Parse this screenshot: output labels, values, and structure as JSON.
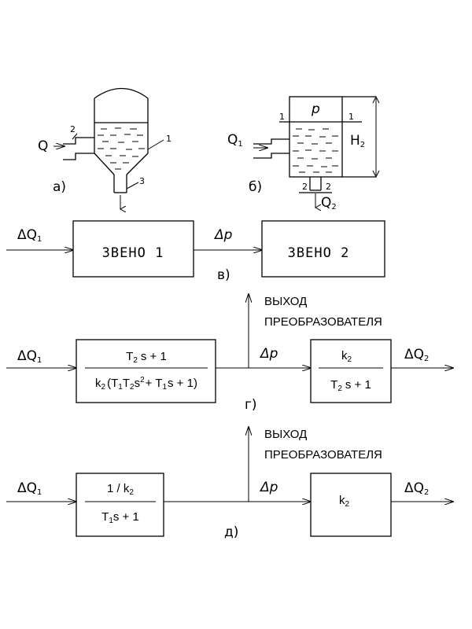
{
  "figure_a": {
    "input_label": "Q",
    "callout_1": "1",
    "callout_2": "2",
    "callout_3": "3",
    "caption": "а)"
  },
  "figure_b": {
    "input_label": "Q",
    "input_sub": "1",
    "pressure_label": "p",
    "level_label": "H",
    "level_sub": "2",
    "section_1_left": "1",
    "section_1_right": "1",
    "section_2_left": "2",
    "section_2_right": "2",
    "output_label": "Q",
    "output_sub": "2",
    "caption": "б)"
  },
  "figure_v": {
    "input_label": "ΔQ",
    "input_sub": "1",
    "block1": "ЗВЕНО 1",
    "mid_label": "Δp",
    "block2": "ЗВЕНО 2",
    "caption": "в)"
  },
  "figure_g": {
    "output_title_1": "ВЫХОД",
    "output_title_2": "ПРЕОБРАЗОВАТЕЛЯ",
    "input_label": "ΔQ",
    "input_sub": "1",
    "tf1_num_T": "T",
    "tf1_num_T_sub": "2",
    "tf1_num_rest": "s + 1",
    "tf1_den_k": "k",
    "tf1_den_k_sub": "2",
    "tf1_den_open": "(T",
    "tf1_den_T1_sub": "1",
    "tf1_den_T": "T",
    "tf1_den_T2_sub": "2",
    "tf1_den_s": "s",
    "tf1_den_sq": "2",
    "tf1_den_plus": "+ T",
    "tf1_den_T1b_sub": "1",
    "tf1_den_end": "s + 1)",
    "mid_label": "Δp",
    "tf2_num_k": "k",
    "tf2_num_k_sub": "2",
    "tf2_den_T": "T",
    "tf2_den_T_sub": "2",
    "tf2_den_rest": "s + 1",
    "output_label": "ΔQ",
    "output_sub": "2",
    "caption": "г)"
  },
  "figure_d": {
    "output_title_1": "ВЫХОД",
    "output_title_2": "ПРЕОБРАЗОВАТЕЛЯ",
    "input_label": "ΔQ",
    "input_sub": "1",
    "tf1_num": "1 / k",
    "tf1_num_sub": "2",
    "tf1_den_T": "T",
    "tf1_den_T_sub": "1",
    "tf1_den_rest": "s + 1",
    "mid_label": "Δp",
    "tf2_k": "k",
    "tf2_k_sub": "2",
    "output_label": "ΔQ",
    "output_sub": "2",
    "caption": "д)"
  }
}
